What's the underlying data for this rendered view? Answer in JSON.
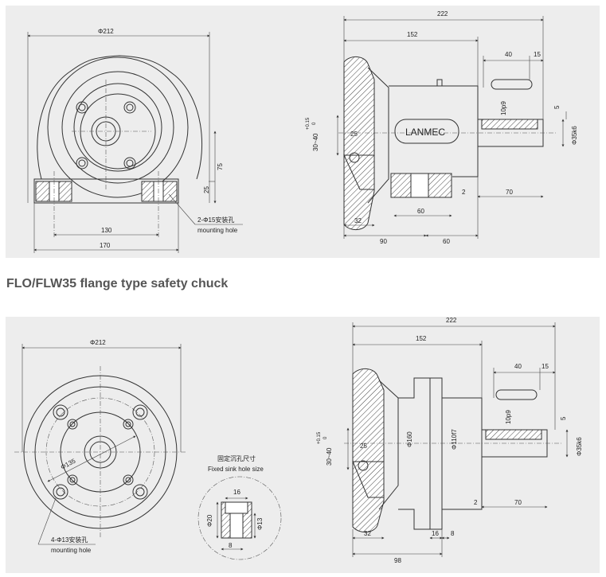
{
  "section_title": "FLO/FLW35 flange type safety chuck",
  "top": {
    "front": {
      "diameter": "Φ212",
      "height": "75",
      "base_height": "25",
      "hole_spacing": "130",
      "base_width": "170",
      "hole_note_cn": "2-Φ15安装孔",
      "hole_note_en": "mounting hole"
    },
    "side": {
      "overall": "222",
      "body": "152",
      "key_offset": "40",
      "key_end": "15",
      "keyway": "10p9",
      "key_depth": "5",
      "brand": "LANMEC",
      "range": "30~40",
      "tolerance_upper": "+0.15",
      "tolerance_lower": "0",
      "bore_depth": "25",
      "shaft_dia": "Φ35k6",
      "gap": "2",
      "shaft_len": "70",
      "foot_len": "60",
      "flange_thk": "32",
      "base_left": "90",
      "base_right": "60"
    }
  },
  "bottom": {
    "front": {
      "diameter": "Φ212",
      "pcd": "Φ135",
      "hole_note_cn": "4-Φ13安装孔",
      "hole_note_en": "mounting hole",
      "sink_title_cn": "固定沉孔尺寸",
      "sink_title_en": "Fixed sink hole size",
      "sink_16": "16",
      "sink_20": "Φ20",
      "sink_13": "Φ13",
      "sink_8": "8"
    },
    "side": {
      "overall": "222",
      "body": "152",
      "key_offset": "40",
      "key_end": "15",
      "keyway": "10p9",
      "key_depth": "5",
      "range": "30~40",
      "tolerance_upper": "+0.15",
      "tolerance_lower": "0",
      "bore_depth": "25",
      "flange_dia": "Φ160",
      "spigot_dia": "Φ110f7",
      "shaft_dia": "Φ35k6",
      "gap": "2",
      "shaft_len": "70",
      "flange_thk": "32",
      "flange_w": "16",
      "spigot_w": "8",
      "overall_left": "98"
    }
  }
}
